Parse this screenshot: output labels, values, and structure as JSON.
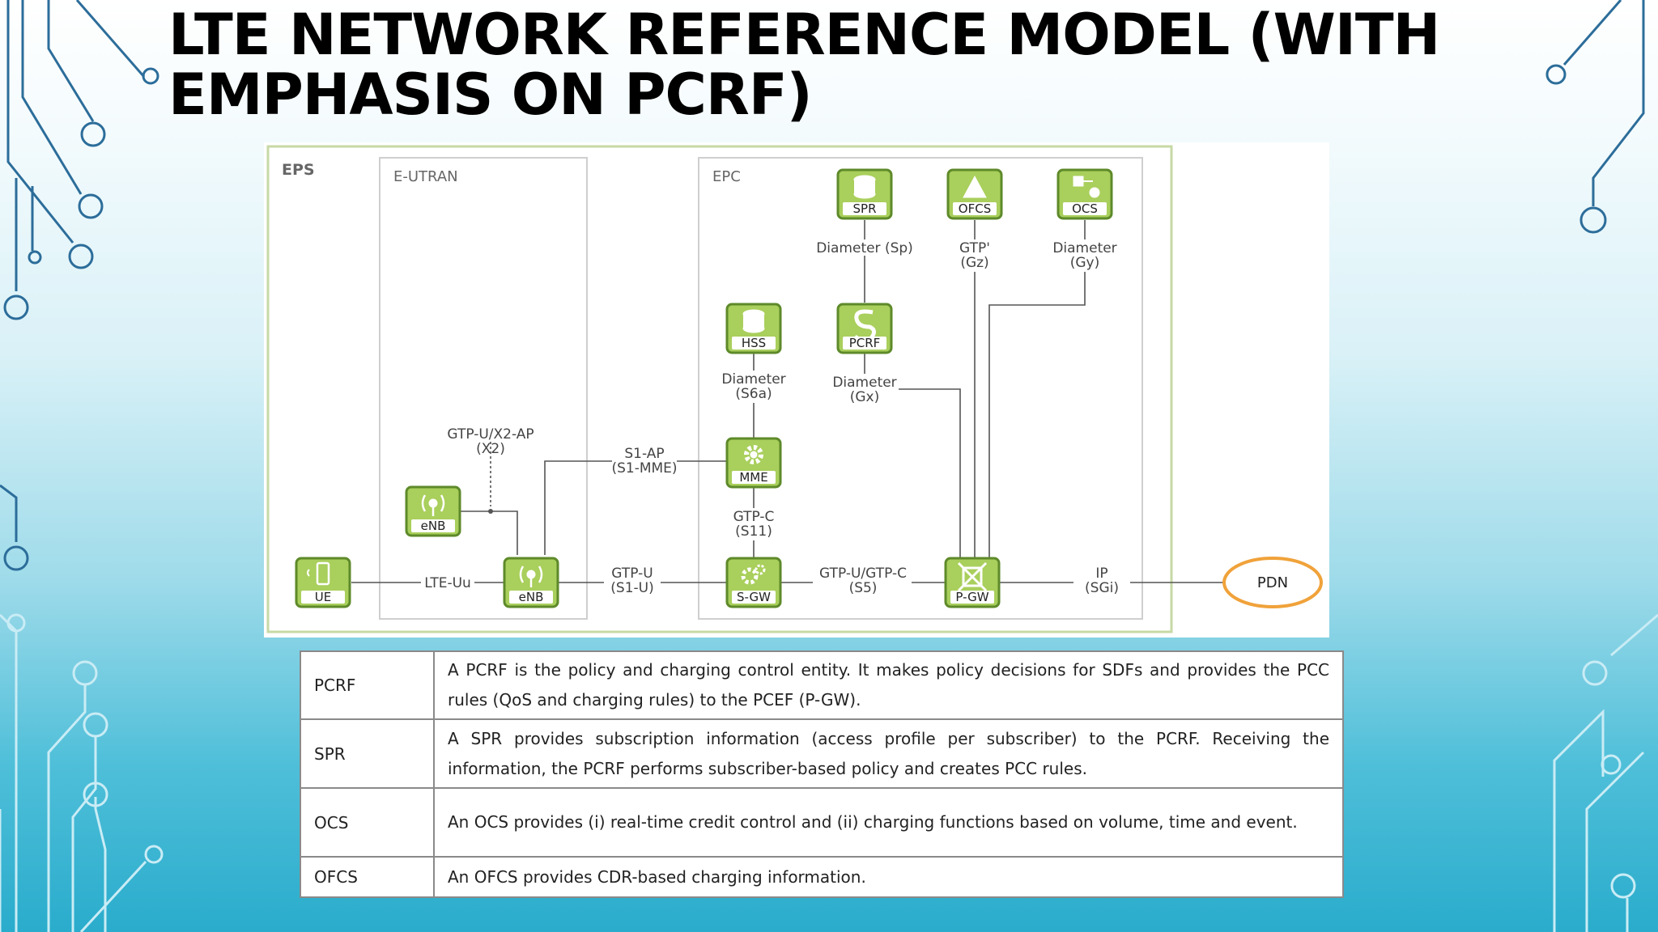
{
  "slide": {
    "title_line1": "LTE NETWORK REFERENCE MODEL (WITH",
    "title_line2": "EMPHASIS ON PCRF)"
  },
  "diagram": {
    "regions": {
      "eps": "EPS",
      "eutran": "E-UTRAN",
      "epc": "EPC"
    },
    "nodes": {
      "ue": "UE",
      "enb_top": "eNB",
      "enb_bottom": "eNB",
      "hss": "HSS",
      "mme": "MME",
      "sgw": "S-GW",
      "spr": "SPR",
      "pcrf": "PCRF",
      "ofcs": "OFCS",
      "ocs": "OCS",
      "pgw": "P-GW",
      "pdn": "PDN"
    },
    "interfaces": {
      "x2_l1": "GTP-U/X2-AP",
      "x2_l2": "(X2)",
      "lte_uu": "LTE-Uu",
      "s1u_l1": "GTP-U",
      "s1u_l2": "(S1-U)",
      "s1ap_l1": "S1-AP",
      "s1ap_l2": "(S1-MME)",
      "s6a_l1": "Diameter",
      "s6a_l2": "(S6a)",
      "s11_l1": "GTP-C",
      "s11_l2": "(S11)",
      "sp": "Diameter (Sp)",
      "gx_l1": "Diameter",
      "gx_l2": "(Gx)",
      "gz_l1": "GTP'",
      "gz_l2": "(Gz)",
      "gy_l1": "Diameter",
      "gy_l2": "(Gy)",
      "s5_l1": "GTP-U/GTP-C",
      "s5_l2": "(S5)",
      "sgi_l1": "IP",
      "sgi_l2": "(SGi)"
    }
  },
  "table": {
    "rows": [
      {
        "term": "PCRF",
        "desc": "A PCRF is the policy and charging control entity. It makes policy decisions for SDFs and provides the PCC rules (QoS and charging rules) to the PCEF (P-GW)."
      },
      {
        "term": "SPR",
        "desc": "A SPR provides subscription information (access profile per subscriber) to the PCRF. Receiving the information, the PCRF performs subscriber-based policy and creates PCC rules."
      },
      {
        "term": "OCS",
        "desc": "An OCS provides (i) real-time credit control and (ii) charging functions based on volume, time and event."
      },
      {
        "term": "OFCS",
        "desc": "An OFCS provides CDR-based charging information."
      }
    ]
  },
  "colors": {
    "node_fill": "#a9cf5c",
    "node_border": "#5e8a2a",
    "frame_border": "#c7d9a6",
    "pdn_ring": "#f0a23a"
  }
}
